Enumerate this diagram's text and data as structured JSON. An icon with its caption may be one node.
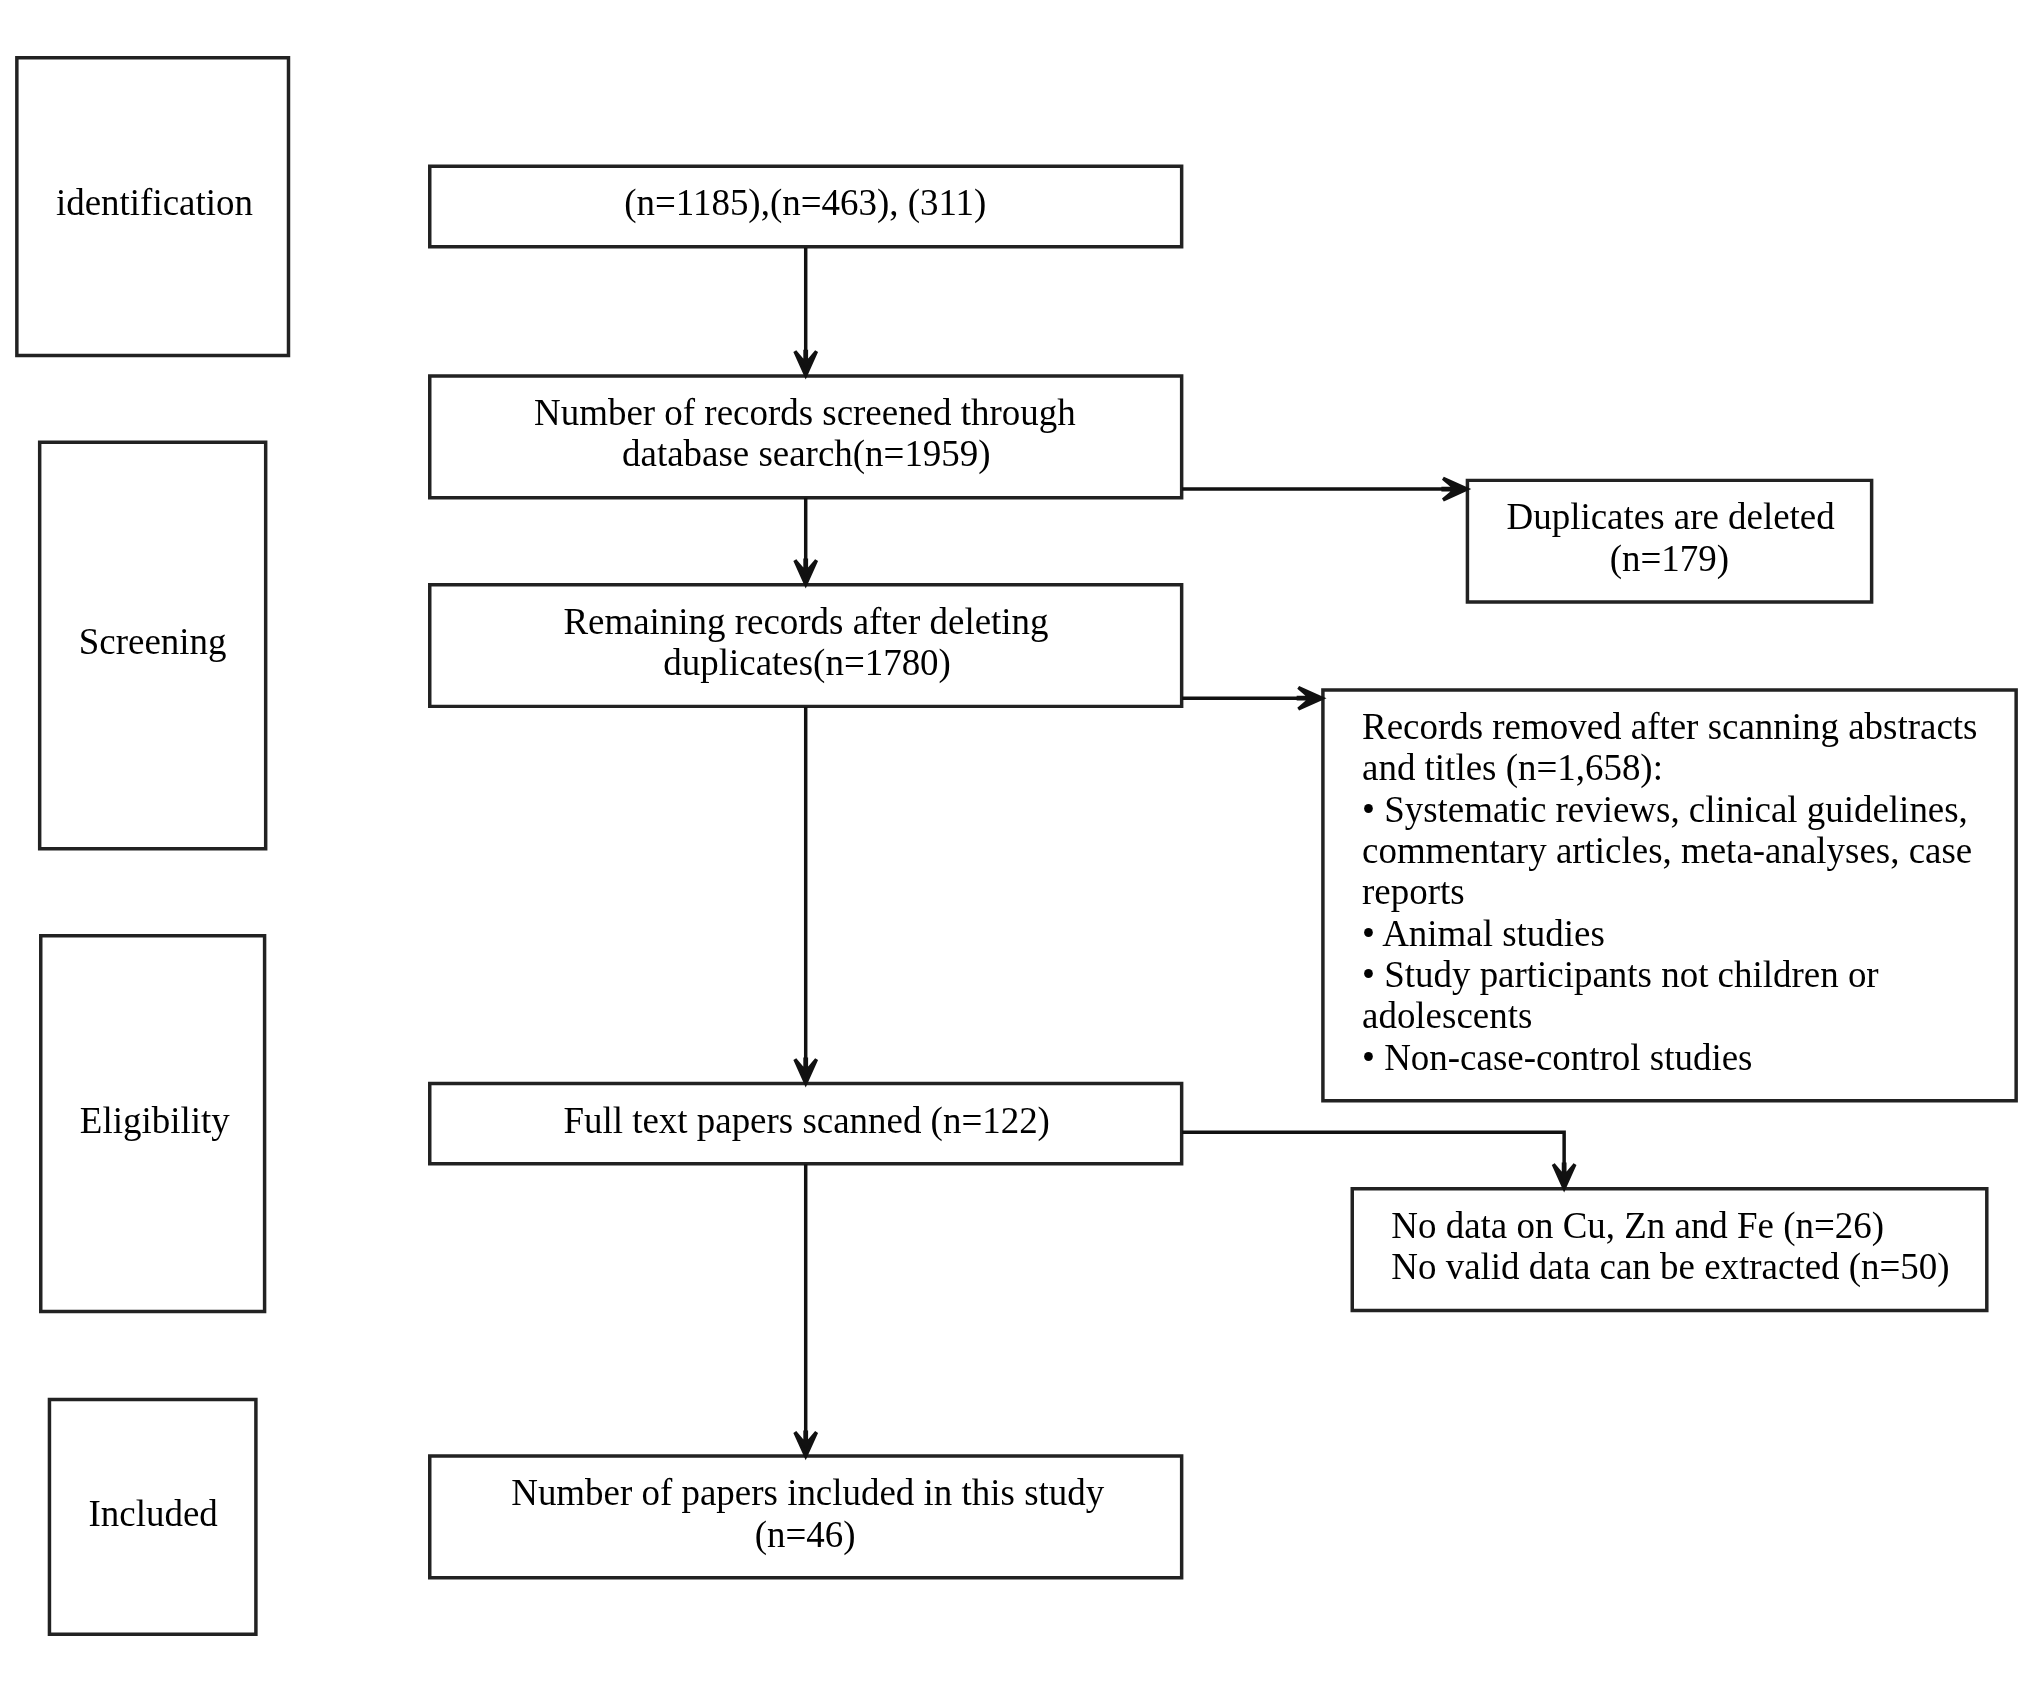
{
  "diagram": {
    "nodes": [
      {
        "text": [
          "identification"
        ]
      },
      {
        "text": [
          "Screening"
        ]
      },
      {
        "text": [
          "Eligibility"
        ]
      },
      {
        "text": [
          "Included"
        ]
      },
      {
        "text": [
          "(n=1185),(n=463), (311)"
        ]
      },
      {
        "text": [
          "Number of records screened through database search(n=1959)"
        ]
      },
      {
        "text": [
          "Duplicates are deleted (n=179)"
        ]
      },
      {
        "text": [
          "Remaining records after deleting duplicates(n=1780)"
        ]
      },
      {
        "text": [
          "Records removed after scanning abstracts and titles (n=1,658):",
          "• Systematic reviews, clinical guidelines, commentary articles, meta-analyses, case reports",
          "• Animal studies",
          "• Study participants not children or adolescents",
          "• Non-case-control studies"
        ]
      },
      {
        "text": [
          "Full text papers scanned (n=122)"
        ]
      },
      {
        "text": [
          "No data on Cu, Zn and Fe (n=26)",
          "No valid data can be extracted (n=50)"
        ]
      },
      {
        "text": [
          "Number of papers included in this study (n=46)"
        ]
      }
    ],
    "edges": [
      {
        "from": 4,
        "to": 5,
        "arrow": "to"
      },
      {
        "from": 5,
        "to": 6,
        "arrow": "to"
      },
      {
        "from": 5,
        "to": 7,
        "arrow": "to"
      },
      {
        "from": 7,
        "to": 8,
        "arrow": "to"
      },
      {
        "from": 7,
        "to": 9,
        "arrow": "to"
      },
      {
        "from": 9,
        "to": 10,
        "arrow": "to"
      },
      {
        "from": 9,
        "to": 11,
        "arrow": "to"
      }
    ]
  }
}
